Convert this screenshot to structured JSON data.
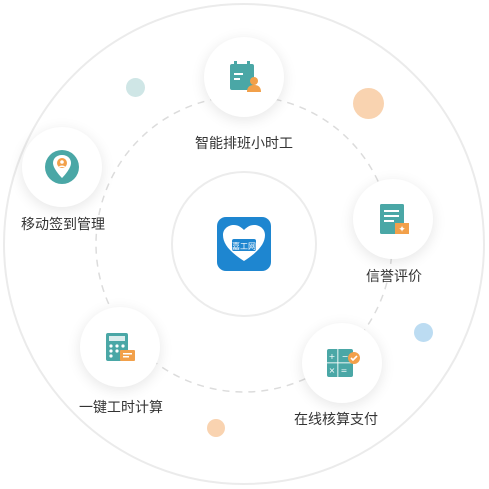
{
  "center": {
    "logo_icon": "heart-calendar-logo-icon",
    "logo_text": "嘉工网",
    "logo_color": "#1e86d0"
  },
  "features": [
    {
      "label": "智能排班小时工",
      "icon": "calendar-person-icon"
    },
    {
      "label": "信誉评价",
      "icon": "document-stars-icon"
    },
    {
      "label": "在线核算支付",
      "icon": "calculator-check-icon"
    },
    {
      "label": "一键工时计算",
      "icon": "calculator-clock-icon"
    },
    {
      "label": "移动签到管理",
      "icon": "location-pin-icon"
    }
  ],
  "colors": {
    "icon_teal": "#4aa7a6",
    "icon_orange": "#f2a04a",
    "dot_teal": "#cfe6e6",
    "dot_orange": "#f9d3b0",
    "dot_blue": "#bcdcf2",
    "ring": "#e4e4e4"
  }
}
